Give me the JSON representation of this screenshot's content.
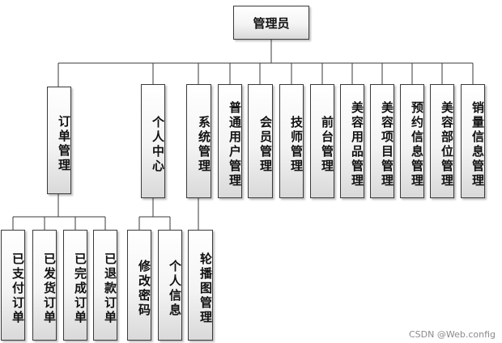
{
  "root": "管理员",
  "level1": {
    "order_mgmt": "订单管理",
    "personal_center": "个人中心",
    "system_mgmt": "系统管理",
    "user_mgmt": "普通用户管理",
    "member_mgmt": "会员管理",
    "technician_mgmt": "技师管理",
    "front_desk_mgmt": "前台管理",
    "beauty_products_mgmt": "美容用品管理",
    "beauty_projects_mgmt": "美容项目管理",
    "booking_info_mgmt": "预约信息管理",
    "beauty_parts_mgmt": "美容部位管理",
    "sales_info_mgmt": "销量信息管理"
  },
  "level2": {
    "paid_orders": "已支付订单",
    "shipped_orders": "已发货订单",
    "completed_orders": "已完成订单",
    "refunded_orders": "已退款订单",
    "change_password": "修改密码",
    "personal_info": "个人信息",
    "carousel_mgmt": "轮播图管理"
  },
  "watermark": "CSDN @Web.config"
}
